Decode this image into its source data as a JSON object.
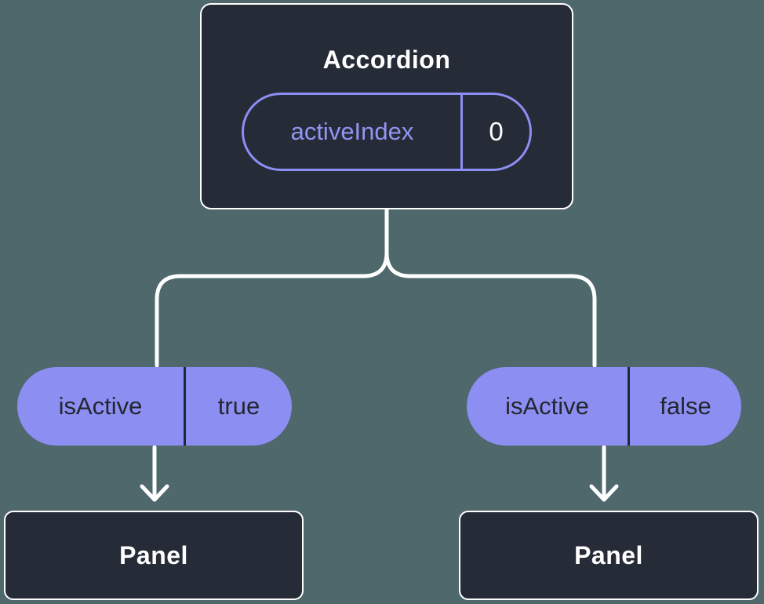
{
  "diagram": {
    "root": {
      "title": "Accordion",
      "prop_name": "activeIndex",
      "prop_value": "0"
    },
    "branches": [
      {
        "prop_name": "isActive",
        "prop_value": "true",
        "child_label": "Panel"
      },
      {
        "prop_name": "isActive",
        "prop_value": "false",
        "child_label": "Panel"
      }
    ]
  },
  "colors": {
    "background": "#4e686c",
    "box_bg": "#262c37",
    "box_border": "#ffffff",
    "purple": "#8c8ef4",
    "purple_text": "#9295f4",
    "pill_fill": "#8d8ef2",
    "dark_text": "#23272f",
    "line": "#ffffff",
    "white_text": "#ffffff"
  }
}
